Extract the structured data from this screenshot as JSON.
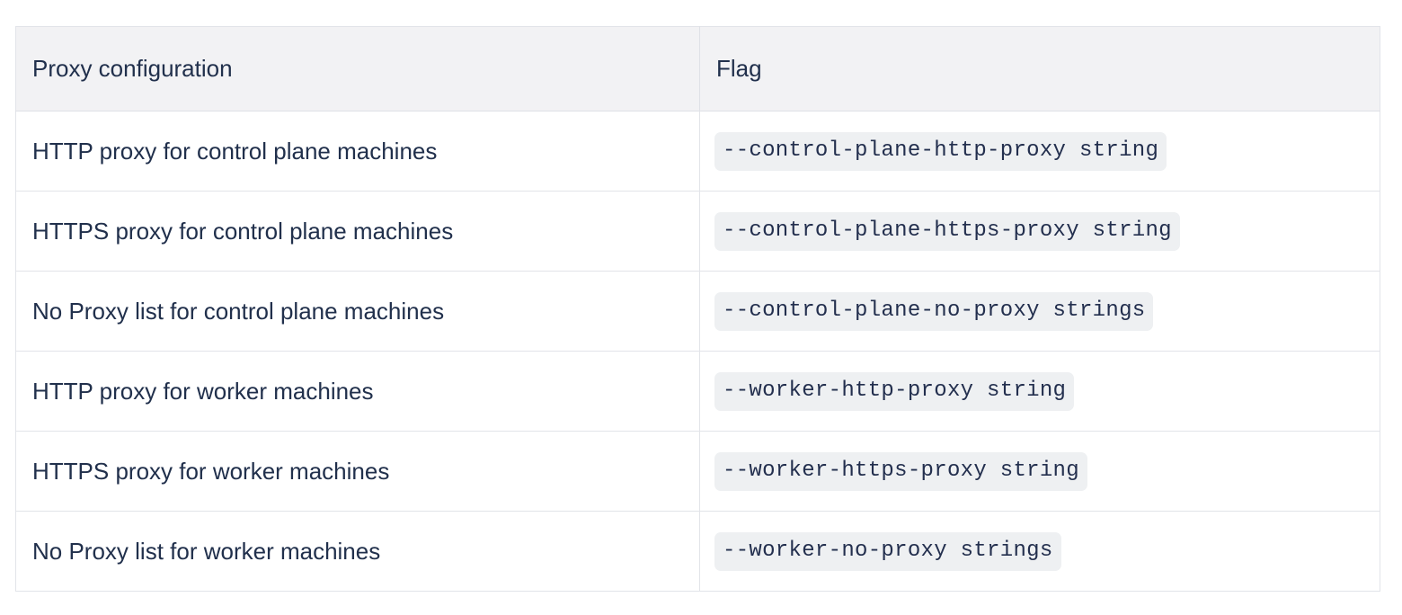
{
  "table": {
    "columns": [
      {
        "key": "description",
        "label": "Proxy configuration"
      },
      {
        "key": "flag",
        "label": "Flag"
      }
    ],
    "rows": [
      {
        "description": "HTTP proxy for control plane machines",
        "flag": "--control-plane-http-proxy string"
      },
      {
        "description": "HTTPS proxy for control plane machines",
        "flag": "--control-plane-https-proxy string"
      },
      {
        "description": "No Proxy list for control plane machines",
        "flag": "--control-plane-no-proxy strings"
      },
      {
        "description": "HTTP proxy for worker machines",
        "flag": "--worker-http-proxy string"
      },
      {
        "description": "HTTPS proxy for worker machines",
        "flag": "--worker-https-proxy string"
      },
      {
        "description": "No Proxy list for worker machines",
        "flag": "--worker-no-proxy strings"
      }
    ]
  },
  "colors": {
    "text": "#21304c",
    "header_background": "#f2f2f4",
    "code_background": "#eef0f2",
    "code_text": "#232f4e",
    "border": "#e2e4e9",
    "page_background": "#ffffff"
  }
}
